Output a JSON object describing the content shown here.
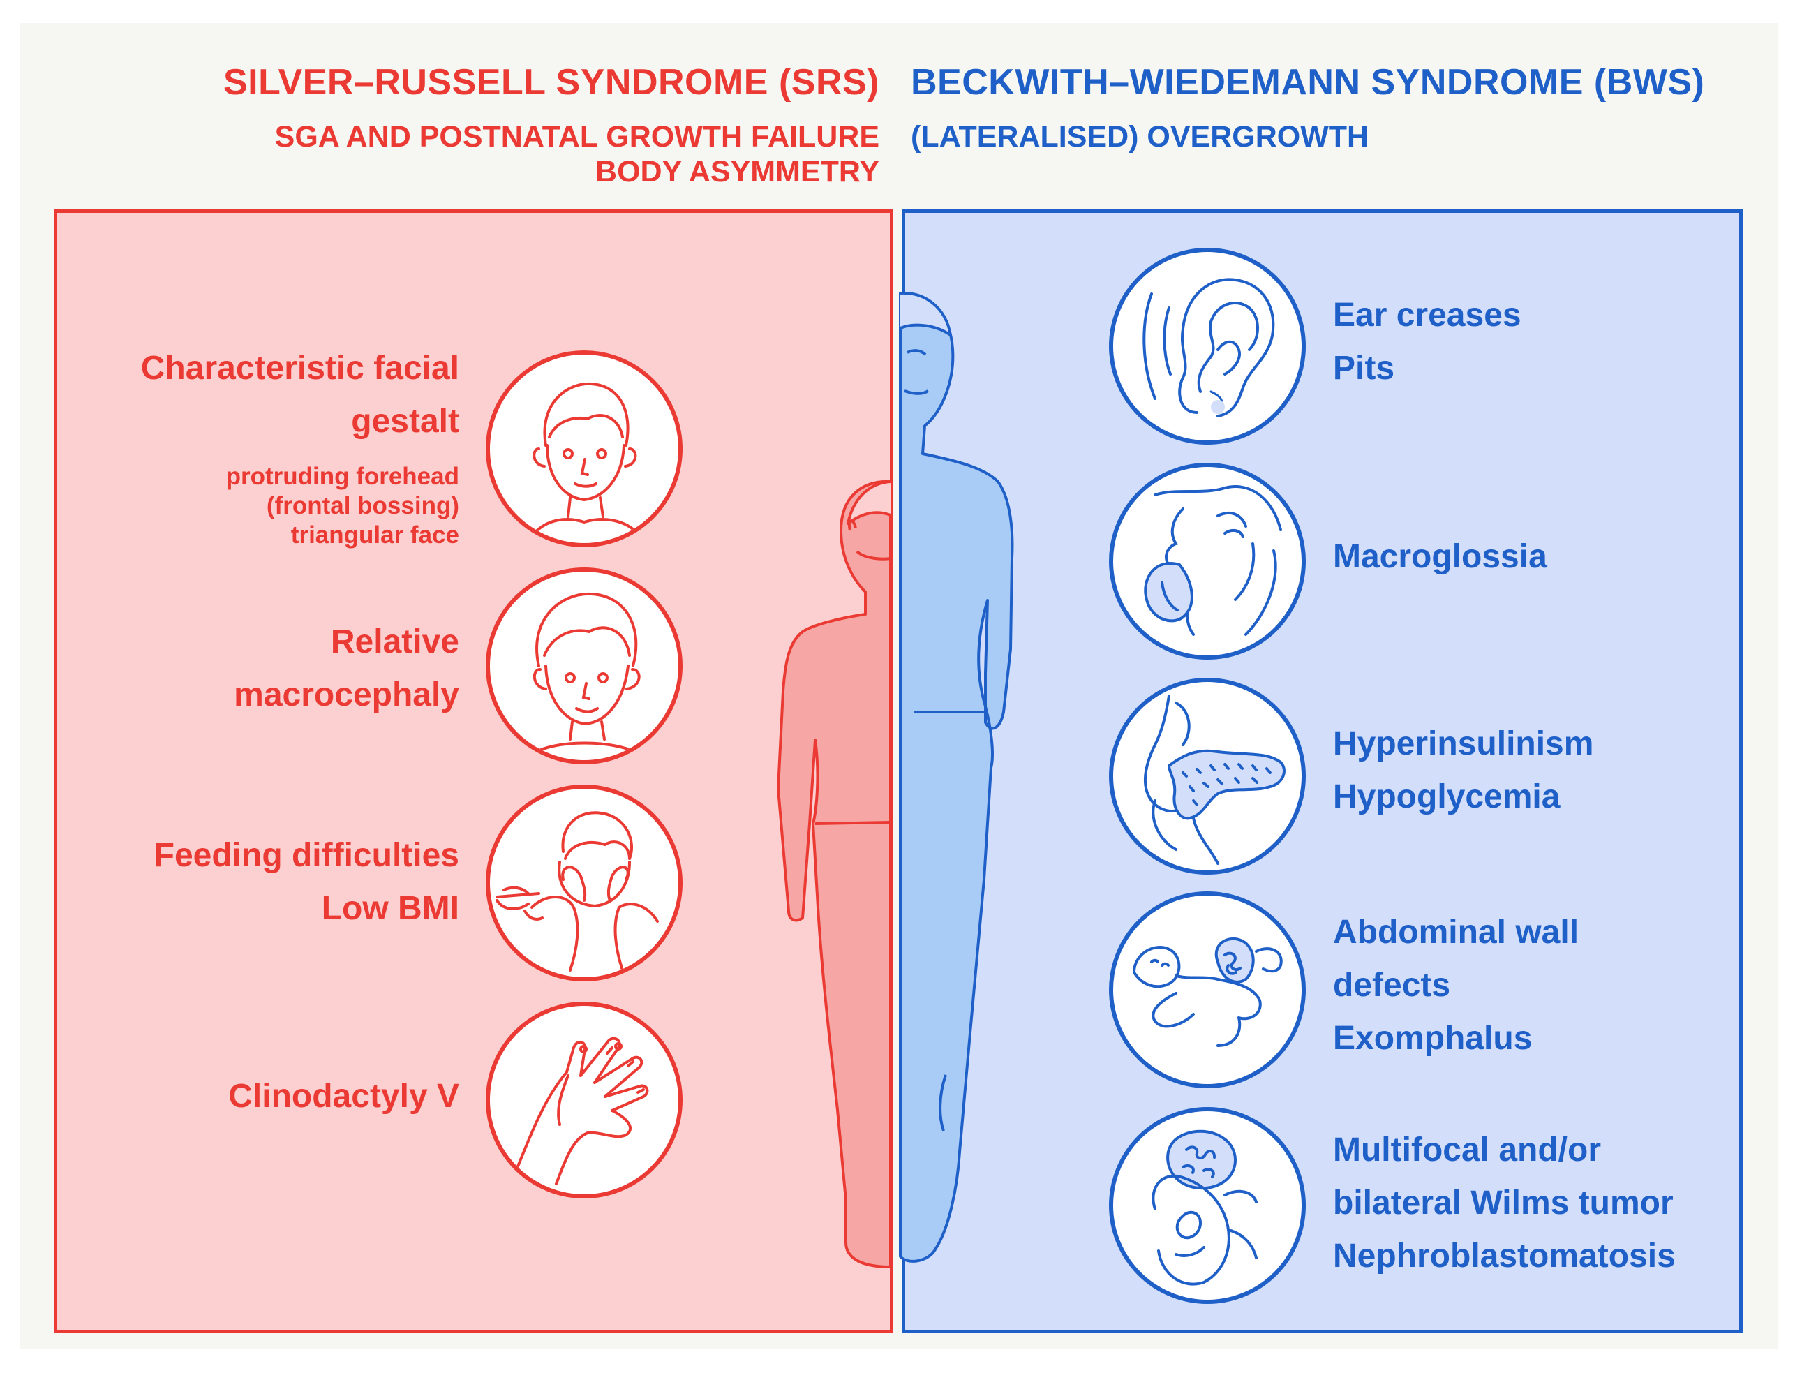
{
  "srs": {
    "title": "SILVER–RUSSELL SYNDROME (SRS)",
    "subtitle_line1": "SGA AND POSTNATAL GROWTH FAILURE",
    "subtitle_line2": "BODY ASYMMETRY",
    "color": "#ea3a33",
    "panel_color": "#fcd0d0",
    "features": [
      {
        "lines": [
          "Characteristic facial",
          "gestalt"
        ],
        "details": [
          "protruding forehead",
          "(frontal bossing)",
          "triangular face"
        ],
        "icon": "child-face-icon"
      },
      {
        "lines": [
          "Relative",
          "macrocephaly"
        ],
        "icon": "child-head-icon"
      },
      {
        "lines": [
          "Feeding difficulties",
          "Low BMI"
        ],
        "icon": "child-refusing-food-icon"
      },
      {
        "lines": [
          "Clinodactyly V"
        ],
        "icon": "hand-icon"
      }
    ]
  },
  "bws": {
    "title": "BECKWITH–WIEDEMANN SYNDROME (BWS)",
    "subtitle_line1": "(LATERALISED) OVERGROWTH",
    "color": "#1e5fc8",
    "panel_color": "#d3dffa",
    "features": [
      {
        "lines": [
          "Ear creases",
          "Pits"
        ],
        "icon": "ear-icon"
      },
      {
        "lines": [
          "Macroglossia"
        ],
        "icon": "tongue-face-icon"
      },
      {
        "lines": [
          "Hyperinsulinism",
          "Hypoglycemia"
        ],
        "icon": "pancreas-icon"
      },
      {
        "lines": [
          "Abdominal wall",
          "defects",
          "Exomphalus"
        ],
        "icon": "infant-exomphalus-icon"
      },
      {
        "lines": [
          "Multifocal and/or",
          "bilateral Wilms tumor",
          "Nephroblastomatosis"
        ],
        "icon": "kidney-tumor-icon"
      }
    ]
  }
}
